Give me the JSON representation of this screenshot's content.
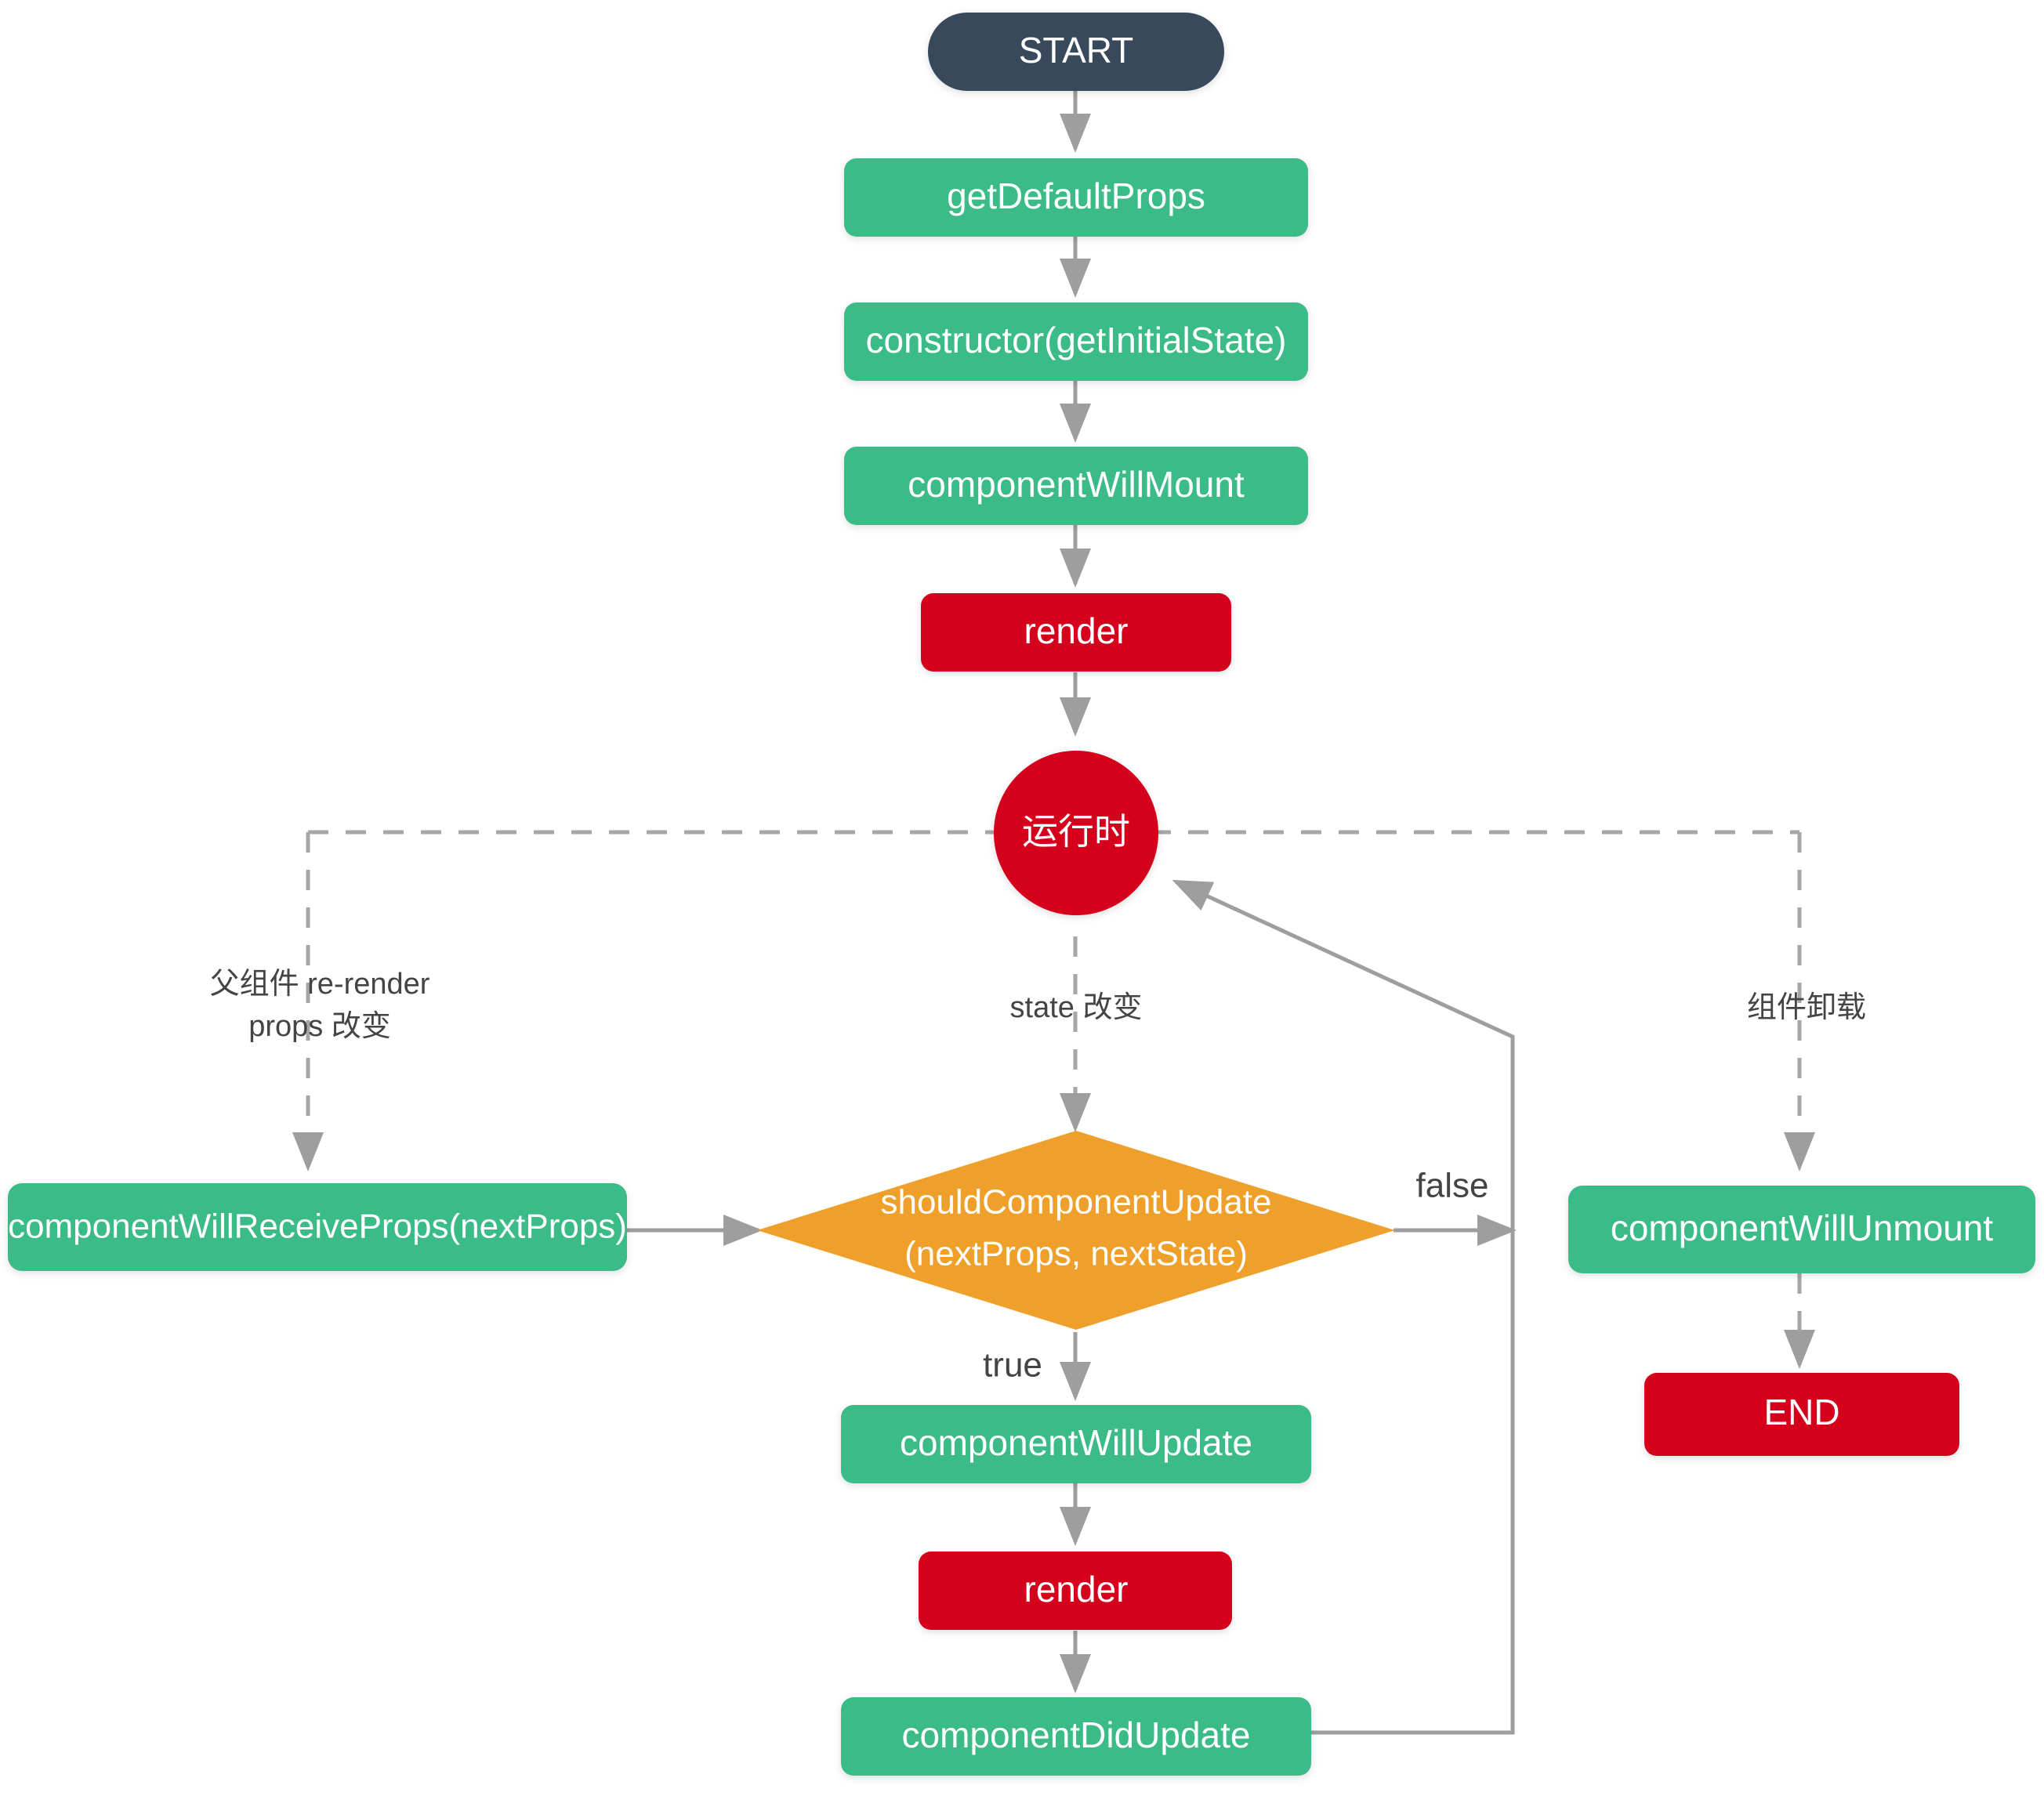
{
  "diagram": {
    "title": "React Component Lifecycle Flowchart",
    "colors": {
      "start": "#37495c",
      "green": "#3bbb87",
      "red": "#d4001a",
      "orange": "#efa02b",
      "edge": "#9e9e9e",
      "dashed_edge": "#a6a6a6",
      "label_text": "#444444",
      "node_text": "#ffffff",
      "background": "#ffffff"
    },
    "nodes": {
      "start": "START",
      "get_default_props": "getDefaultProps",
      "constructor": "constructor(getInitialState)",
      "component_will_mount": "componentWillMount",
      "render_initial": "render",
      "runtime": "运行时",
      "component_will_receive_props": "componentWillReceiveProps(nextProps)",
      "should_component_update_line1": "shouldComponentUpdate",
      "should_component_update_line2": "(nextProps, nextState)",
      "component_will_update": "componentWillUpdate",
      "render_update": "render",
      "component_did_update": "componentDidUpdate",
      "component_will_unmount": "componentWillUnmount",
      "end": "END"
    },
    "edge_labels": {
      "parent_rerender_line1": "父组件 re-render",
      "parent_rerender_line2": "props 改变",
      "state_change": "state 改变",
      "component_unmount": "组件卸载",
      "false": "false",
      "true": "true"
    }
  }
}
